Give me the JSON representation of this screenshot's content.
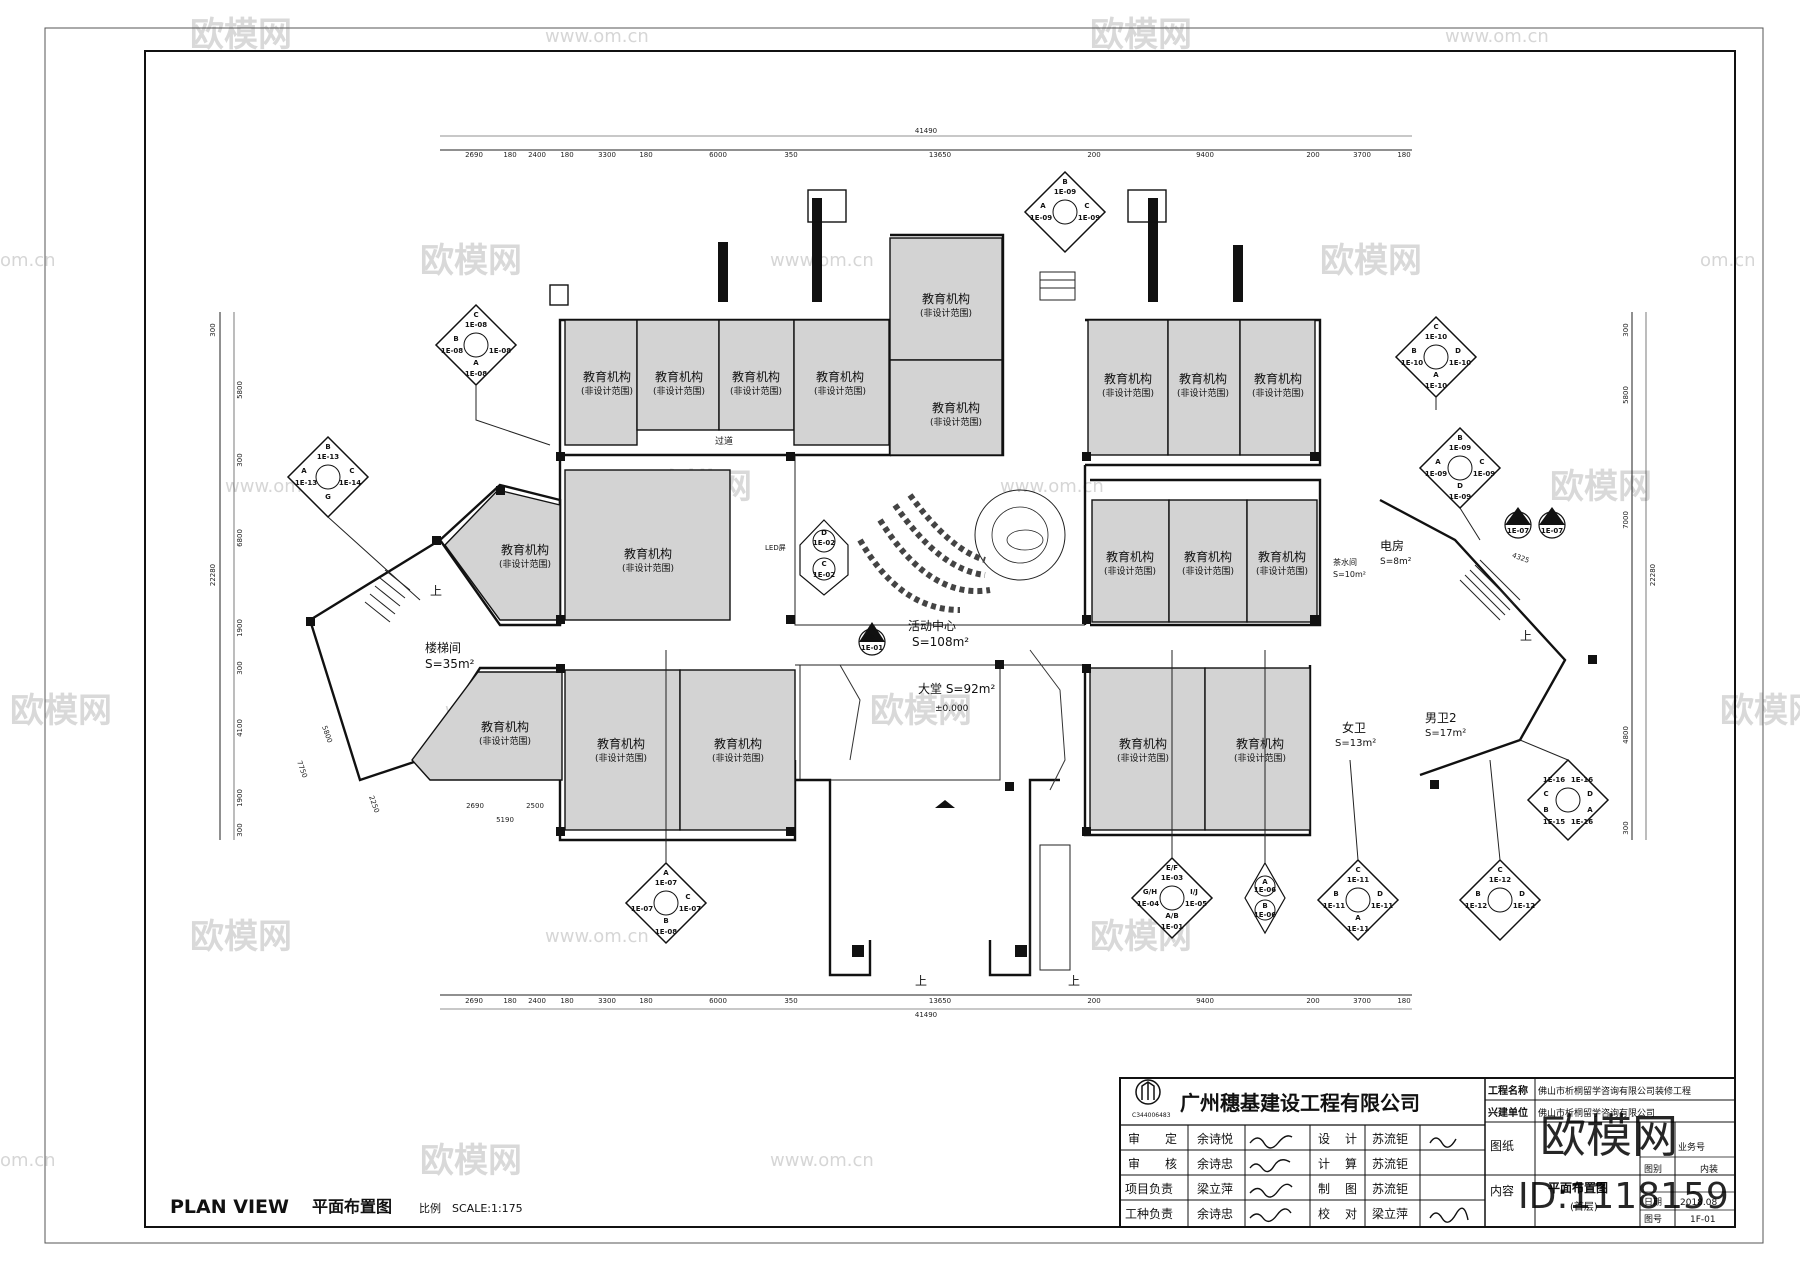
{
  "watermark": {
    "brand": "欧模网",
    "domain": "www.om.cn",
    "domain_short": "om.cn"
  },
  "plan": {
    "title_en": "PLAN VIEW",
    "title_cn": "平面布置图",
    "scale_label": "比例",
    "scale": "SCALE:1:175"
  },
  "rooms": {
    "edu_name": "教育机构",
    "edu_note": "(非设计范围)",
    "activity_center": "活动中心",
    "activity_area": "S=108m²",
    "hall": "大堂 S=92m²",
    "level": "±0.000",
    "stair": "楼梯间",
    "stair_area": "S=35m²",
    "corridor": "过道",
    "power": "电房",
    "power_area": "S=8m²",
    "water": "茶水间",
    "water_area": "S=10m²",
    "female_wc": "女卫",
    "female_wc_area": "S=13m²",
    "male_wc": "男卫2",
    "male_wc_area": "S=17m²",
    "led": "LED屏",
    "up": "上"
  },
  "dimensions": {
    "total": "41490",
    "segments": [
      "2690",
      "180",
      "2400",
      "180",
      "3300",
      "180",
      "6000",
      "350",
      "13650",
      "200",
      "9400",
      "200",
      "3700",
      "180"
    ],
    "left": [
      "300",
      "5800",
      "300",
      "6800",
      "1900",
      "300",
      "4100",
      "1900",
      "300"
    ],
    "left_total": "22280",
    "right": [
      "300",
      "5800",
      "7000",
      "4800",
      "300"
    ],
    "right_total": "22280",
    "bottom_left": [
      "2690",
      "2500",
      "5190"
    ],
    "left_diag": [
      "5800",
      "7750",
      "2250"
    ],
    "right_diag": "4325"
  },
  "tags": {
    "t1": [
      "C",
      "1E-08",
      "B",
      "A",
      "1E-08",
      "1E-08",
      "1E-08"
    ],
    "t2": [
      "B",
      "1E-13",
      "A",
      "1E-13",
      "1E-14",
      "C",
      "G"
    ],
    "t3": [
      "B",
      "1E-09",
      "A",
      "C",
      "1E-09",
      "1E-09"
    ],
    "t4": [
      "C",
      "1E-10",
      "D",
      "1E-10",
      "1E-10",
      "B",
      "A",
      "1E-10"
    ],
    "t5": [
      "B",
      "1E-09",
      "A",
      "1E-09",
      "C",
      "1E-09",
      "1E-09",
      "D"
    ],
    "t6": [
      "1E-02",
      "D",
      "C",
      "1E-02"
    ],
    "t7": [
      "B",
      "1E-01"
    ],
    "t8": [
      "C",
      "1E-07",
      "D",
      "1E-07"
    ],
    "t9": [
      "C",
      "1E-16",
      "D",
      "1E-16",
      "B",
      "1E-15",
      "A",
      "1E-16"
    ],
    "t10": [
      "A",
      "1E-07",
      "C",
      "1E-07",
      "1E-07",
      "B",
      "1E-08"
    ],
    "t11": [
      "E/F",
      "1E-03",
      "G/H",
      "I/J",
      "1E-04",
      "1E-05",
      "1E-01",
      "A/B"
    ],
    "t12": [
      "A",
      "1E-06",
      "B",
      "1E-06"
    ],
    "t13": [
      "C",
      "1E-11",
      "D",
      "1E-11",
      "B",
      "1E-11",
      "A",
      "1E-11"
    ],
    "t14": [
      "C",
      "1E-12",
      "D",
      "1E-12",
      "B",
      "1E-12"
    ]
  },
  "titleblock": {
    "company": "广州穗基建设工程有限公司",
    "cert": "C344006483",
    "rows": [
      {
        "role1": "审",
        "role1b": "定",
        "name1": "余诗悦",
        "role2": "设",
        "role2b": "计",
        "name2": "苏流钜"
      },
      {
        "role1": "审",
        "role1b": "核",
        "name1": "余诗忠",
        "role2": "计",
        "role2b": "算",
        "name2": "苏流钜"
      },
      {
        "role1": "项目负责",
        "role1b": "",
        "name1": "梁立萍",
        "role2": "制",
        "role2b": "图",
        "name2": "苏流钜"
      },
      {
        "role1": "工种负责",
        "role1b": "",
        "name1": "余诗忠",
        "role2": "校",
        "role2b": "对",
        "name2": "梁立萍"
      }
    ],
    "project_label": "工程名称",
    "project_name": "佛山市析桐留学咨询有限公司装修工程",
    "client_label": "兴建单位",
    "client_name": "佛山市析桐留学咨询有限公司",
    "drawing_label": "图纸",
    "content_label": "内容",
    "content_name": "平面布置图",
    "content_sub": "(首层)",
    "phase": "业务号",
    "type_label": "图别",
    "type": "内装",
    "date_label": "日期",
    "date": "2018.08",
    "no_label": "图号",
    "no": "1F-01"
  },
  "overlay": {
    "brand_big": "欧模网",
    "id": "ID:1118159"
  },
  "colors": {
    "room_fill": "#d3d3d3",
    "line": "#111111",
    "watermark": "#d9d9d9"
  }
}
